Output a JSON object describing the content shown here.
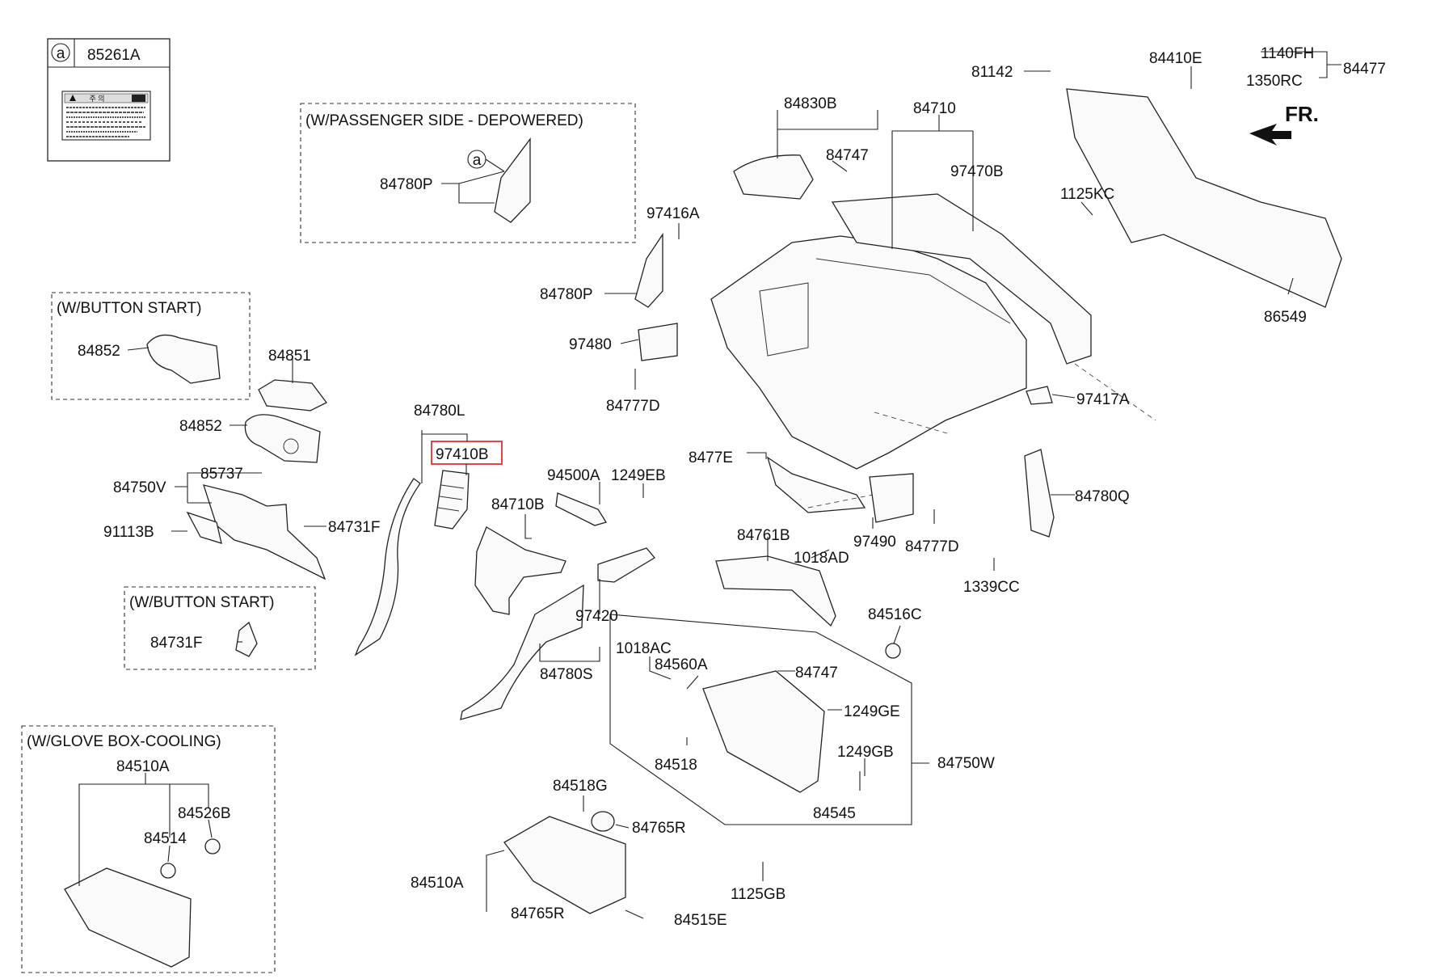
{
  "label_box": {
    "marker": "a",
    "part_no": "85261A"
  },
  "warning_label_text": "주 의",
  "fr_label": "FR.",
  "groups": {
    "passenger_depowered": "(W/PASSENGER SIDE - DEPOWERED)",
    "button_start_1": "(W/BUTTON START)",
    "button_start_2": "(W/BUTTON START)",
    "glove_box_cooling": "(W/GLOVE BOX-COOLING)"
  },
  "callout_marker": "a",
  "highlighted_part": "97410B",
  "parts": {
    "p84780P_a": "84780P",
    "p84852_a": "84852",
    "p84851": "84851",
    "p84852_b": "84852",
    "p84750V": "84750V",
    "p85737": "85737",
    "p91113B": "91113B",
    "p84731F_a": "84731F",
    "p84731F_b": "84731F",
    "p84780L": "84780L",
    "p94500A": "94500A",
    "p1249EB": "1249EB",
    "p84710B": "84710B",
    "p97420": "97420",
    "p84780S": "84780S",
    "p84830B": "84830B",
    "p84747_a": "84747",
    "p84710": "84710",
    "p97470B": "97470B",
    "p97416A": "97416A",
    "p84780P_b": "84780P",
    "p97480": "97480",
    "p84777D_a": "84777D",
    "p81142": "81142",
    "p84410E": "84410E",
    "p1140FH": "1140FH",
    "p1350RC": "1350RC",
    "p84477": "84477",
    "p1125KC": "1125KC",
    "p86549": "86549",
    "p97417A": "97417A",
    "p8477E": "8477E",
    "p84780Q": "84780Q",
    "p84761B": "84761B",
    "p1018AD": "1018AD",
    "p97490": "97490",
    "p84777D_b": "84777D",
    "p1339CC": "1339CC",
    "p84516C": "84516C",
    "p1018AC": "1018AC",
    "p84560A": "84560A",
    "p84747_b": "84747",
    "p1249GE": "1249GE",
    "p84518": "84518",
    "p1249GB": "1249GB",
    "p84750W": "84750W",
    "p84545": "84545",
    "p1125GB": "1125GB",
    "p84518G": "84518G",
    "p84765R_a": "84765R",
    "p84510A_a": "84510A",
    "p84765R_b": "84765R",
    "p84515E": "84515E",
    "p84510A_b": "84510A",
    "p84526B": "84526B",
    "p84514": "84514"
  }
}
